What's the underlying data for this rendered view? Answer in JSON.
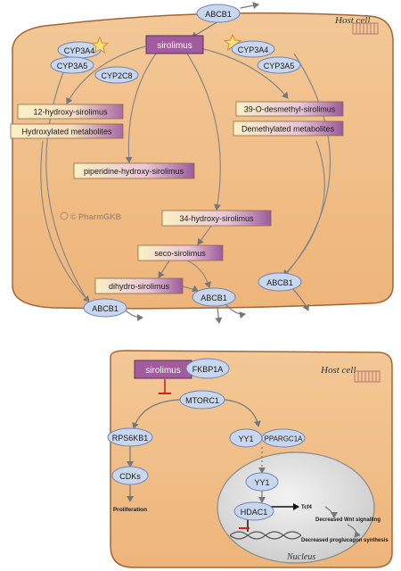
{
  "panel1": {
    "host_cell": "Host cell",
    "transporters": {
      "top": "ABCB1",
      "bottom_left": "ABCB1",
      "bottom_center": "ABCB1",
      "bottom_right": "ABCB1"
    },
    "drug": "sirolimus",
    "enzymes": {
      "left_cyp3a4": "CYP3A4",
      "left_cyp3a5": "CYP3A5",
      "cyp2c8": "CYP2C8",
      "right_cyp3a4": "CYP3A4",
      "right_cyp3a5": "CYP3A5"
    },
    "metabolites": {
      "m12": "12-hydroxy-sirolimus",
      "hydroxylated": "Hydroxylated metabolites",
      "piperidine": "piperidine-hydroxy-sirolimus",
      "m39": "39-O-desmethyl-sirolimus",
      "demethylated": "Demethylated metabolites",
      "m34": "34-hydroxy-sirolimus",
      "seco": "seco-sirolimus",
      "dihydro": "dihydro-sirolimus"
    },
    "watermark": "© PharmGKB"
  },
  "panel2": {
    "host_cell": "Host cell",
    "drug": "sirolimus",
    "nodes": {
      "fkbp1a": "FKBP1A",
      "mtorc1": "MTORC1",
      "rps6kb1": "RPS6KB1",
      "cdks": "CDKs",
      "yy1": "YY1",
      "ppargc1a": "PPARGC1A",
      "yy1_nucleus": "YY1",
      "hdac1": "HDAC1"
    },
    "outcomes": {
      "proliferation": "Proliferation",
      "tcf4": "Tcf4",
      "wnt": "Decreased Wnt signalling",
      "proglucagon": "Decreased proglucagon synthesis"
    },
    "nucleus": "Nucleus"
  },
  "colors": {
    "cell_fill": "#f0bd86",
    "cell_stroke": "#a0663a",
    "enzyme_fill": "#c9d7ee",
    "enzyme_stroke": "#6d86b8",
    "drug_fill": "#a05c9c",
    "nucleus_fill": "#d7d7d7",
    "inhibit": "#cc2222"
  }
}
